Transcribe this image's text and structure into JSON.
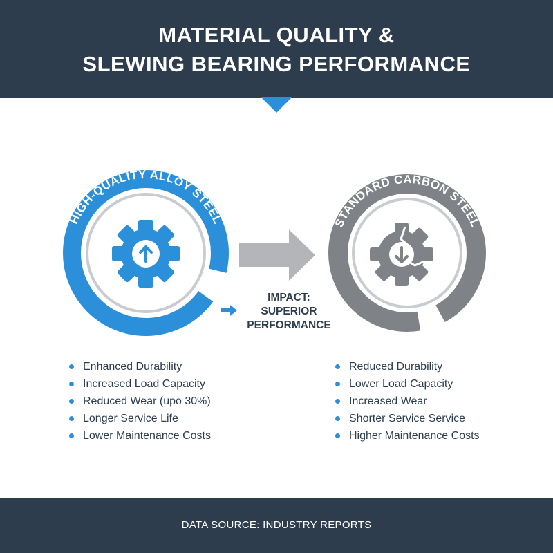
{
  "header": {
    "title_line1": "MATERIAL QUALITY &",
    "title_line2": "SLEWING BEARING PERFORMANCE"
  },
  "left_material": {
    "label": "HIGH-QUALITY ALLOY STEEL",
    "icon": "gear-arrow-up-icon",
    "color": "#2b8fd9",
    "benefits": [
      "Enhanced Durability",
      "Increased Load Capacity",
      "Reduced Wear (upo 30%)",
      "Longer Service Life",
      "Lower Maintenance Costs"
    ]
  },
  "right_material": {
    "label": "STANDARD CARBON STEEL",
    "icon": "cracked-gear-arrow-down-icon",
    "color": "#7f8387",
    "drawbacks": [
      "Reduced Durability",
      "Lower Load Capacity",
      "Increased Wear",
      "Shorter Service Service",
      "Higher Maintenance Costs"
    ]
  },
  "impact": {
    "line1": "IMPACT:",
    "line2": "SUPERIOR",
    "line3": "PERFORMANCE",
    "icon": "arrow-right-icon"
  },
  "footer": {
    "text": "DATA SOURCE: INDUSTRY REPORTS"
  },
  "colors": {
    "navy": "#2e3d4e",
    "blue": "#2b8fd9",
    "gray": "#7f8387",
    "light_gray": "#b3b5b8"
  }
}
